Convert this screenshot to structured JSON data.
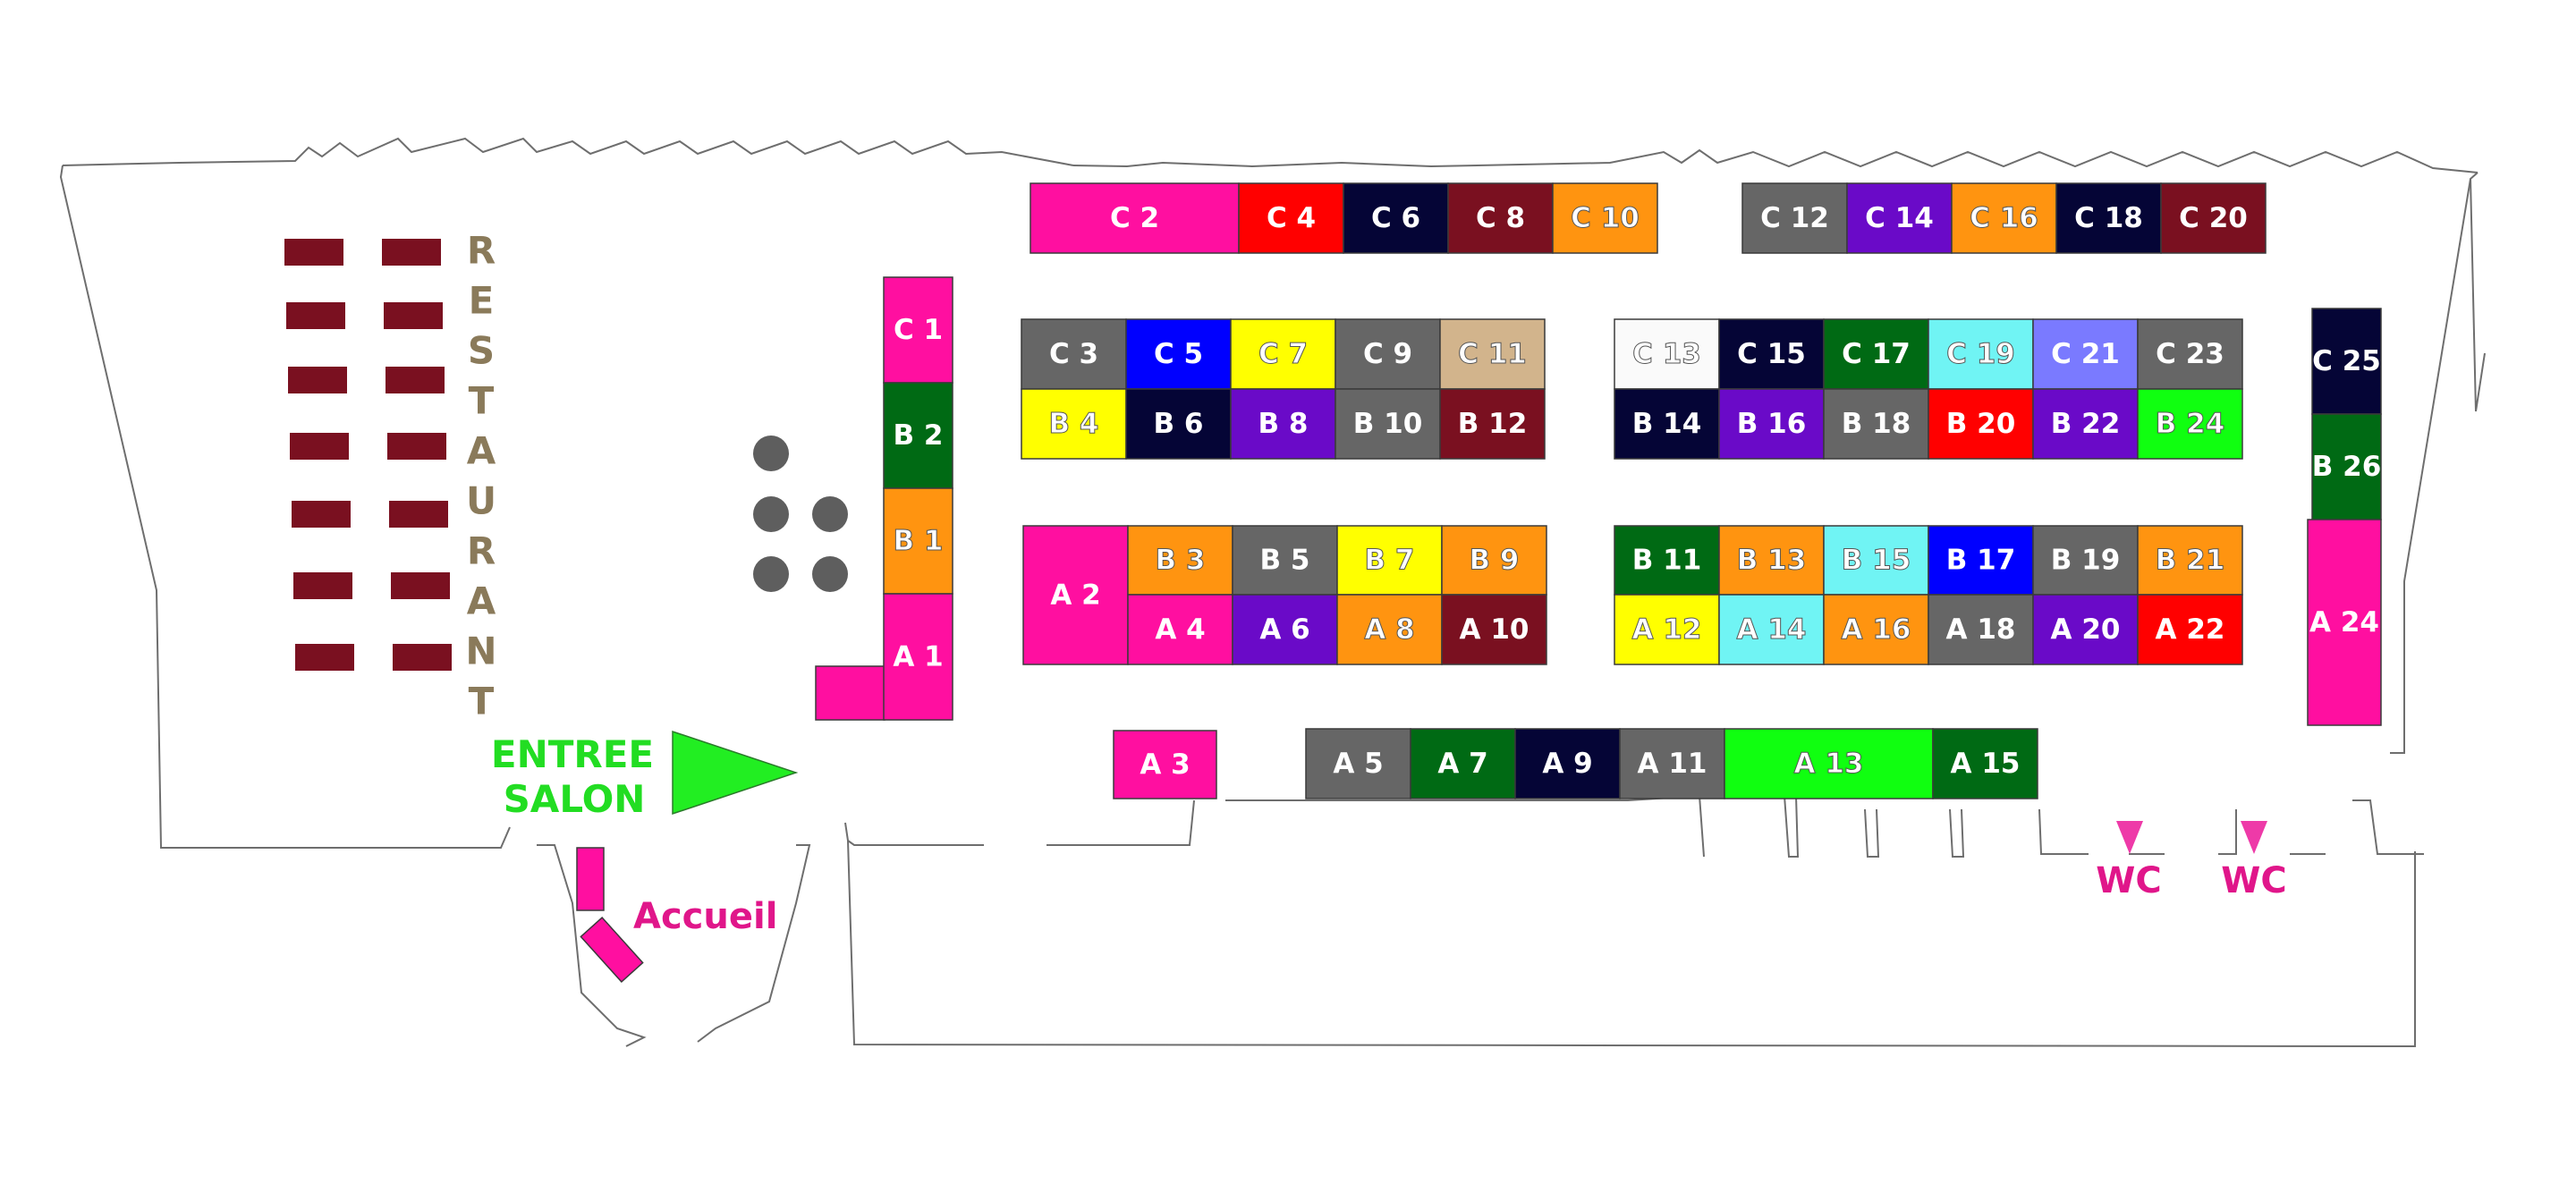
{
  "restaurant_label": "RESTAURANT",
  "entrance_line1": "ENTREE",
  "entrance_line2": "SALON",
  "reception_label": "Accueil",
  "wc_label": "WC",
  "stands": {
    "c2": "C 2",
    "c4": "C 4",
    "c6": "C 6",
    "c8": "C 8",
    "c10": "C 10",
    "c12": "C 12",
    "c14": "C 14",
    "c16": "C 16",
    "c18": "C 18",
    "c20": "C 20",
    "c1": "C 1",
    "b2": "B 2",
    "b1": "B 1",
    "a1": "A 1",
    "c3": "C 3",
    "c5": "C 5",
    "c7": "C 7",
    "c9": "C 9",
    "c11": "C 11",
    "b4": "B 4",
    "b6": "B 6",
    "b8": "B 8",
    "b10": "B 10",
    "b12": "B 12",
    "c13": "C 13",
    "c15": "C 15",
    "c17": "C 17",
    "c19": "C 19",
    "c21": "C 21",
    "c23": "C 23",
    "b14": "B 14",
    "b16": "B 16",
    "b18": "B 18",
    "b20": "B 20",
    "b22": "B 22",
    "b24": "B 24",
    "a2": "A 2",
    "b3": "B 3",
    "b5": "B 5",
    "b7": "B 7",
    "b9": "B 9",
    "a4": "A 4",
    "a6": "A 6",
    "a8": "A 8",
    "a10": "A 10",
    "b11": "B 11",
    "b13": "B 13",
    "b15": "B 15",
    "b17": "B 17",
    "b19": "B 19",
    "b21": "B 21",
    "a12": "A 12",
    "a14": "A 14",
    "a16": "A 16",
    "a18": "A 18",
    "a20": "A 20",
    "a22": "A 22",
    "c25": "C 25",
    "b26": "B 26",
    "a24": "A 24",
    "a3": "A 3",
    "a5": "A 5",
    "a7": "A 7",
    "a9": "A 9",
    "a11": "A 11",
    "a13": "A 13",
    "a15": "A 15"
  },
  "colors": {
    "pink": "#ff0fa0",
    "red": "#ff0000",
    "navy": "#050536",
    "maroon": "#7a1020",
    "orange": "#ff9410",
    "gray": "#666666",
    "purple": "#6a0ac8",
    "blue": "#0000ff",
    "yellow": "#ffff00",
    "tan": "#d2b48c",
    "white": "#fafafa",
    "green": "#006a14",
    "cyan": "#70f4f4",
    "periwinkle": "#7a7aff",
    "lime": "#10ff10",
    "entrance_arrow": "#22ee22",
    "reception_pink": "#e0168a"
  }
}
